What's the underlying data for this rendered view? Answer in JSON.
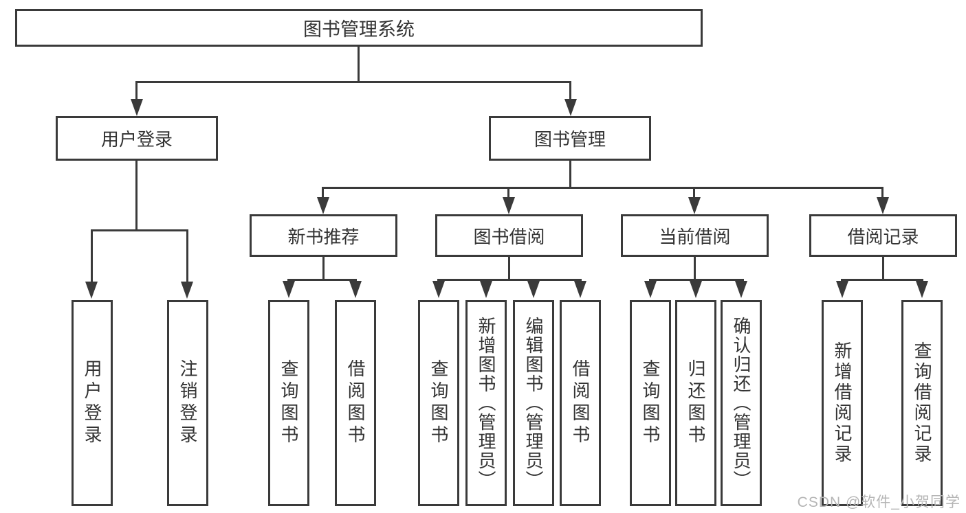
{
  "tree": {
    "root": "图书管理系统",
    "level2": [
      "用户登录",
      "图书管理"
    ],
    "level3": [
      "新书推荐",
      "图书借阅",
      "当前借阅",
      "借阅记录"
    ],
    "leaves_user_login": [
      "用户登录",
      "注销登录"
    ],
    "leaves_new_books": [
      "查询图书",
      "借阅图书"
    ],
    "leaves_book_borrow": [
      "查询图书",
      "新增图书（管理员）",
      "编辑图书（管理员）",
      "借阅图书"
    ],
    "leaves_current_borrow": [
      "查询图书",
      "归还图书",
      "确认归还（管理员）"
    ],
    "leaves_borrow_records": [
      "新增借阅记录",
      "查询借阅记录"
    ]
  },
  "watermark": "CSDN @软件_小贺同学",
  "colors": {
    "line": "#3a3a3a",
    "text": "#333333",
    "watermark": "#b5b5b5",
    "background": "#ffffff"
  }
}
